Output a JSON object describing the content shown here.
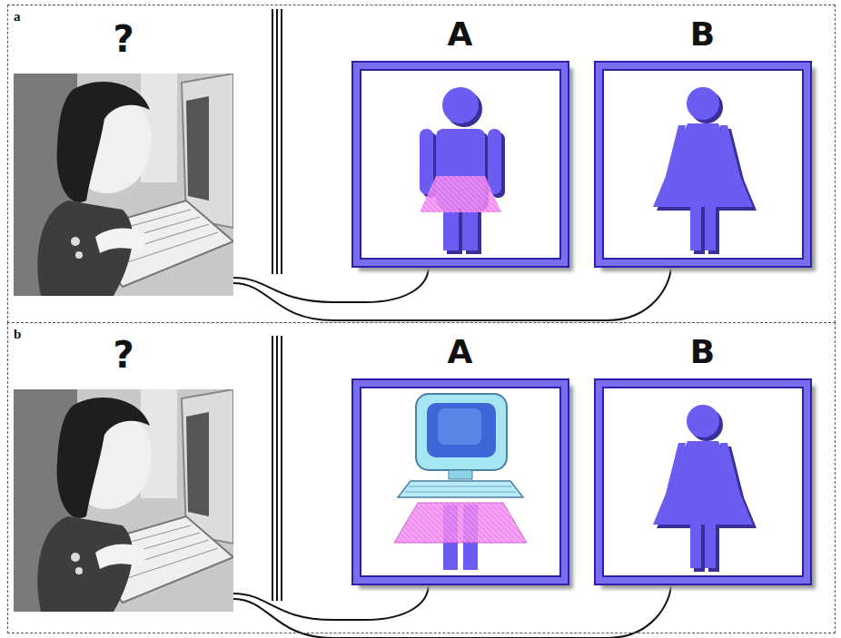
{
  "diagram": {
    "nodes": [
      {
        "text": [
          "a"
        ]
      },
      {
        "text": [
          "?"
        ],
        "in": 0
      },
      {
        "text": [
          "A"
        ],
        "in": 0
      },
      {
        "text": [
          "B"
        ],
        "in": 0
      },
      {
        "text": [
          "b"
        ]
      },
      {
        "text": [
          "?"
        ],
        "in": 4
      },
      {
        "text": [
          "A"
        ],
        "in": 4
      },
      {
        "text": [
          "B"
        ],
        "in": 4
      }
    ],
    "edges": [
      {
        "from": 1,
        "to": 2,
        "arrow": "none"
      },
      {
        "from": 1,
        "to": 3,
        "arrow": "none"
      },
      {
        "from": 5,
        "to": 6,
        "arrow": "none"
      },
      {
        "from": 5,
        "to": 7,
        "arrow": "none"
      }
    ]
  }
}
